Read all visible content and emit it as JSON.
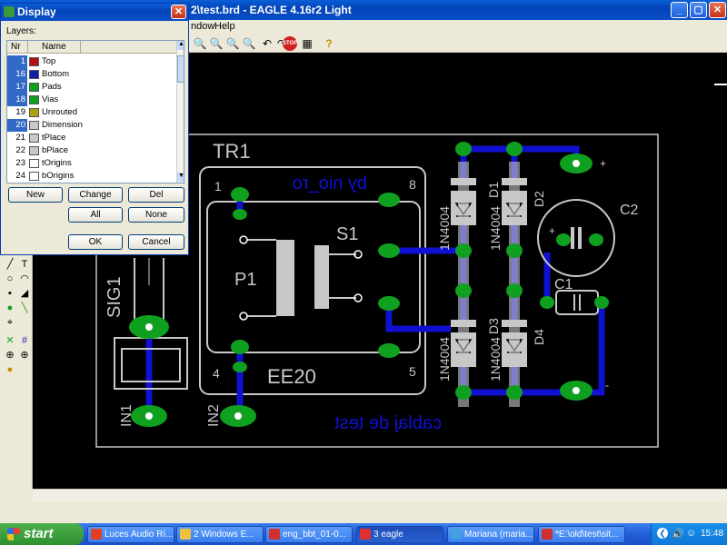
{
  "window": {
    "title": "2\\test.brd - EAGLE 4.16r2 Light",
    "min_label": "_",
    "max_label": "▢",
    "close_label": "✕"
  },
  "menu": {
    "window": "ndow",
    "help": "Help"
  },
  "dialog": {
    "title": "Display",
    "close_label": "✕",
    "layers_label": "Layers:",
    "col_nr": "Nr",
    "col_name": "Name",
    "layers": [
      {
        "nr": "1",
        "name": "Top",
        "color": "#b01010",
        "selected": true
      },
      {
        "nr": "16",
        "name": "Bottom",
        "color": "#1020a0",
        "selected": true
      },
      {
        "nr": "17",
        "name": "Pads",
        "color": "#10a020",
        "selected": true
      },
      {
        "nr": "18",
        "name": "Vias",
        "color": "#10a020",
        "selected": true
      },
      {
        "nr": "19",
        "name": "Unrouted",
        "color": "#b0a010",
        "selected": false
      },
      {
        "nr": "20",
        "name": "Dimension",
        "color": "#c8c8c8",
        "selected": true
      },
      {
        "nr": "21",
        "name": "tPlace",
        "color": "#c8c8c8",
        "selected": false
      },
      {
        "nr": "22",
        "name": "bPlace",
        "color": "#c8c8c8",
        "selected": false
      },
      {
        "nr": "23",
        "name": "tOrigins",
        "color": "#ffffff",
        "selected": false
      },
      {
        "nr": "24",
        "name": "bOrigins",
        "color": "#ffffff",
        "selected": false
      }
    ],
    "buttons": {
      "new": "New",
      "change": "Change",
      "del": "Del",
      "all": "All",
      "none": "None",
      "ok": "OK",
      "cancel": "Cancel"
    }
  },
  "board": {
    "tr1": "TR1",
    "ee20": "EE20",
    "s1": "S1",
    "p1": "P1",
    "sig1": "SIG1",
    "in1": "IN1",
    "in2": "IN2",
    "c1": "C1",
    "c2": "C2",
    "d1": "D1",
    "d2": "D2",
    "d3": "D3",
    "d4": "D4",
    "diode_a": "1N4004",
    "diode_b": "1N4004",
    "diode_c": "1N4004",
    "diode_d": "1N4004",
    "pin1": "1",
    "pin4": "4",
    "pin5": "5",
    "pin8": "8",
    "plus1": "+",
    "plus2": "+",
    "minus": "-",
    "mirror_text1": "by nio_ro",
    "mirror_text2": "cablaj de test"
  },
  "taskbar": {
    "start": "start",
    "tasks": [
      {
        "label": "Luces Audio Rí...",
        "color": "#e04020"
      },
      {
        "label": "2 Windows E...",
        "color": "#f0c040"
      },
      {
        "label": "eng_bbt_01-0...",
        "color": "#d03030"
      },
      {
        "label": "3 eagle",
        "color": "#e03030"
      },
      {
        "label": "Mariana (maria...",
        "color": "#40a0e0"
      },
      {
        "label": "*E:\\old\\test\\sit...",
        "color": "#d03030"
      }
    ],
    "clock": "15:48"
  },
  "colors": {
    "board_bg": "#000000",
    "trace_blue": "#1010d0",
    "pad_green": "#10a020",
    "silk": "#c8c8c8"
  }
}
